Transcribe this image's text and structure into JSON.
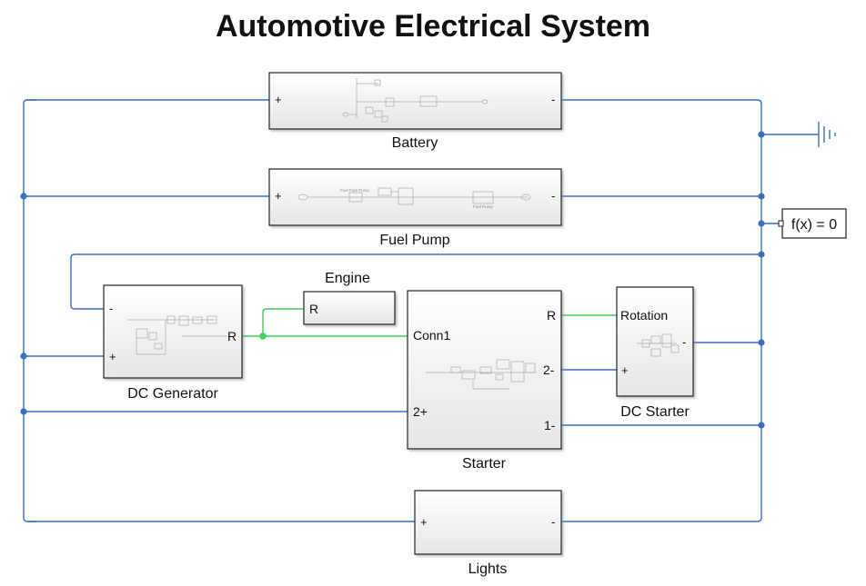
{
  "title": "Automotive Electrical System",
  "colors": {
    "electrical_wire": "#3a6fc4",
    "mechanical_wire": "#3bd15a",
    "block_border": "#222222",
    "text": "#111111"
  },
  "blocks": {
    "battery": {
      "name": "Battery",
      "plus": "+",
      "minus": "-"
    },
    "fuel_pump": {
      "name": "Fuel Pump",
      "plus": "+",
      "minus": "-",
      "inner_labels": [
        "Fuel Fuel Pump",
        "Fuel Pump"
      ]
    },
    "dc_generator": {
      "name": "DC Generator",
      "minus": "-",
      "plus": "+",
      "r_port": "R"
    },
    "engine": {
      "name": "Engine",
      "r_port": "R"
    },
    "starter": {
      "name": "Starter",
      "conn1": "Conn1",
      "r_port": "R",
      "p2plus": "2+",
      "p2minus": "2-",
      "p1minus": "1-"
    },
    "dc_starter": {
      "name": "DC Starter",
      "rotation": "Rotation",
      "plus": "+",
      "minus": "-"
    },
    "lights": {
      "name": "Lights",
      "plus": "+",
      "minus": "-"
    },
    "solver": {
      "label": "f(x) = 0"
    },
    "ground": {
      "icon": "electrical-reference-icon"
    }
  }
}
